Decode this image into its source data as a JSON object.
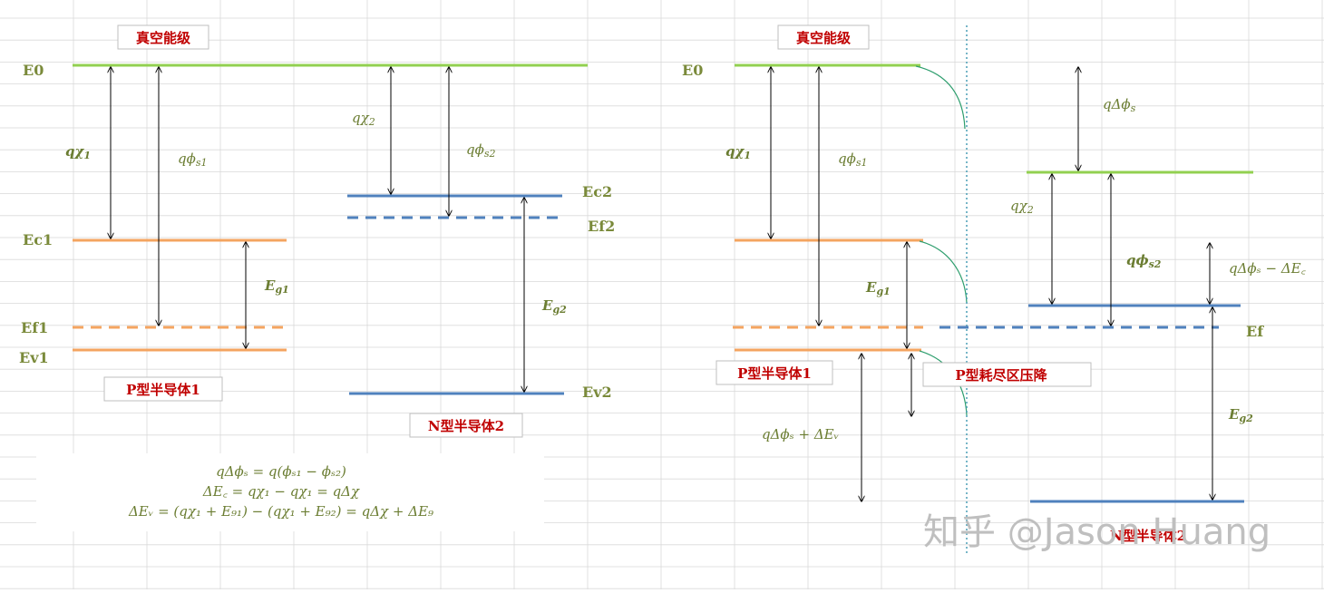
{
  "colors": {
    "vacuum": "#92d050",
    "p_side": "#f4a460",
    "n_side": "#4f81bd",
    "label": "#7a8a3a",
    "red_label": "#c00000",
    "grid": "#d9d9d9",
    "depletion": "#2e9e6e"
  },
  "left": {
    "vacuum_label": "真空能级",
    "E0": "E0",
    "Ec1": "Ec1",
    "Ef1": "Ef1",
    "Ev1": "Ev1",
    "Ec2": "Ec2",
    "Ef2": "Ef2",
    "Ev2": "Ev2",
    "qchi1": "qχ",
    "qchi1_sub": "1",
    "qphis1": "qϕ",
    "qphis1_sub": "s1",
    "qchi2": "qχ",
    "qchi2_sub": "2",
    "qphis2": "qϕ",
    "qphis2_sub": "s2",
    "Eg1": "E",
    "Eg1_sub": "g1",
    "Eg2": "E",
    "Eg2_sub": "g2",
    "p_label": "P型半导体1",
    "n_label": "N型半导体2",
    "eq1": "qΔϕₛ = q(ϕₛ₁ − ϕₛ₂)",
    "eq2": "ΔE꜀ = qχ₁ − qχ₁ = qΔχ",
    "eq3": "ΔEᵥ = (qχ₁ + E₉₁) − (qχ₁ + E₉₂) = qΔχ + ΔE₉"
  },
  "right": {
    "vacuum_label": "真空能级",
    "E0": "E0",
    "Ef": "Ef",
    "qchi1": "qχ",
    "qchi1_sub": "1",
    "qphis1": "qϕ",
    "qphis1_sub": "s1",
    "qdphis": "qΔϕ",
    "qdphis_sub": "s",
    "qchi2": "qχ",
    "qchi2_sub": "2",
    "qphis2": "qϕ",
    "qphis2_sub": "s2",
    "Eg1": "E",
    "Eg1_sub": "g1",
    "Eg2": "E",
    "Eg2_sub": "g2",
    "dEc_label": "qΔϕₛ − ΔE꜀",
    "dEv_label": "qΔϕₛ + ΔEᵥ",
    "p_label": "P型半导体1",
    "depletion_label": "P型耗尽区压降",
    "n_label": "N型半导体2"
  },
  "watermark": "知乎 @Jason Huang"
}
